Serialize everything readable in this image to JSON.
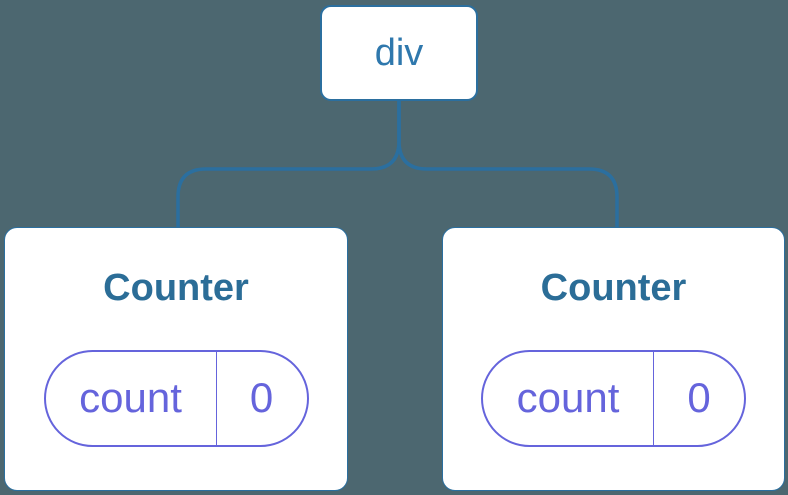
{
  "palette": {
    "background": "#4c6770",
    "line_blue": "#2b6f9f",
    "root_text_blue": "#2f78ad",
    "title_blue": "#2b6d97",
    "state_purple": "#6564dc",
    "card_background": "#ffffff"
  },
  "tree": {
    "root": {
      "label": "div"
    },
    "children": [
      {
        "title": "Counter",
        "state": {
          "key": "count",
          "value": "0"
        }
      },
      {
        "title": "Counter",
        "state": {
          "key": "count",
          "value": "0"
        }
      }
    ]
  }
}
